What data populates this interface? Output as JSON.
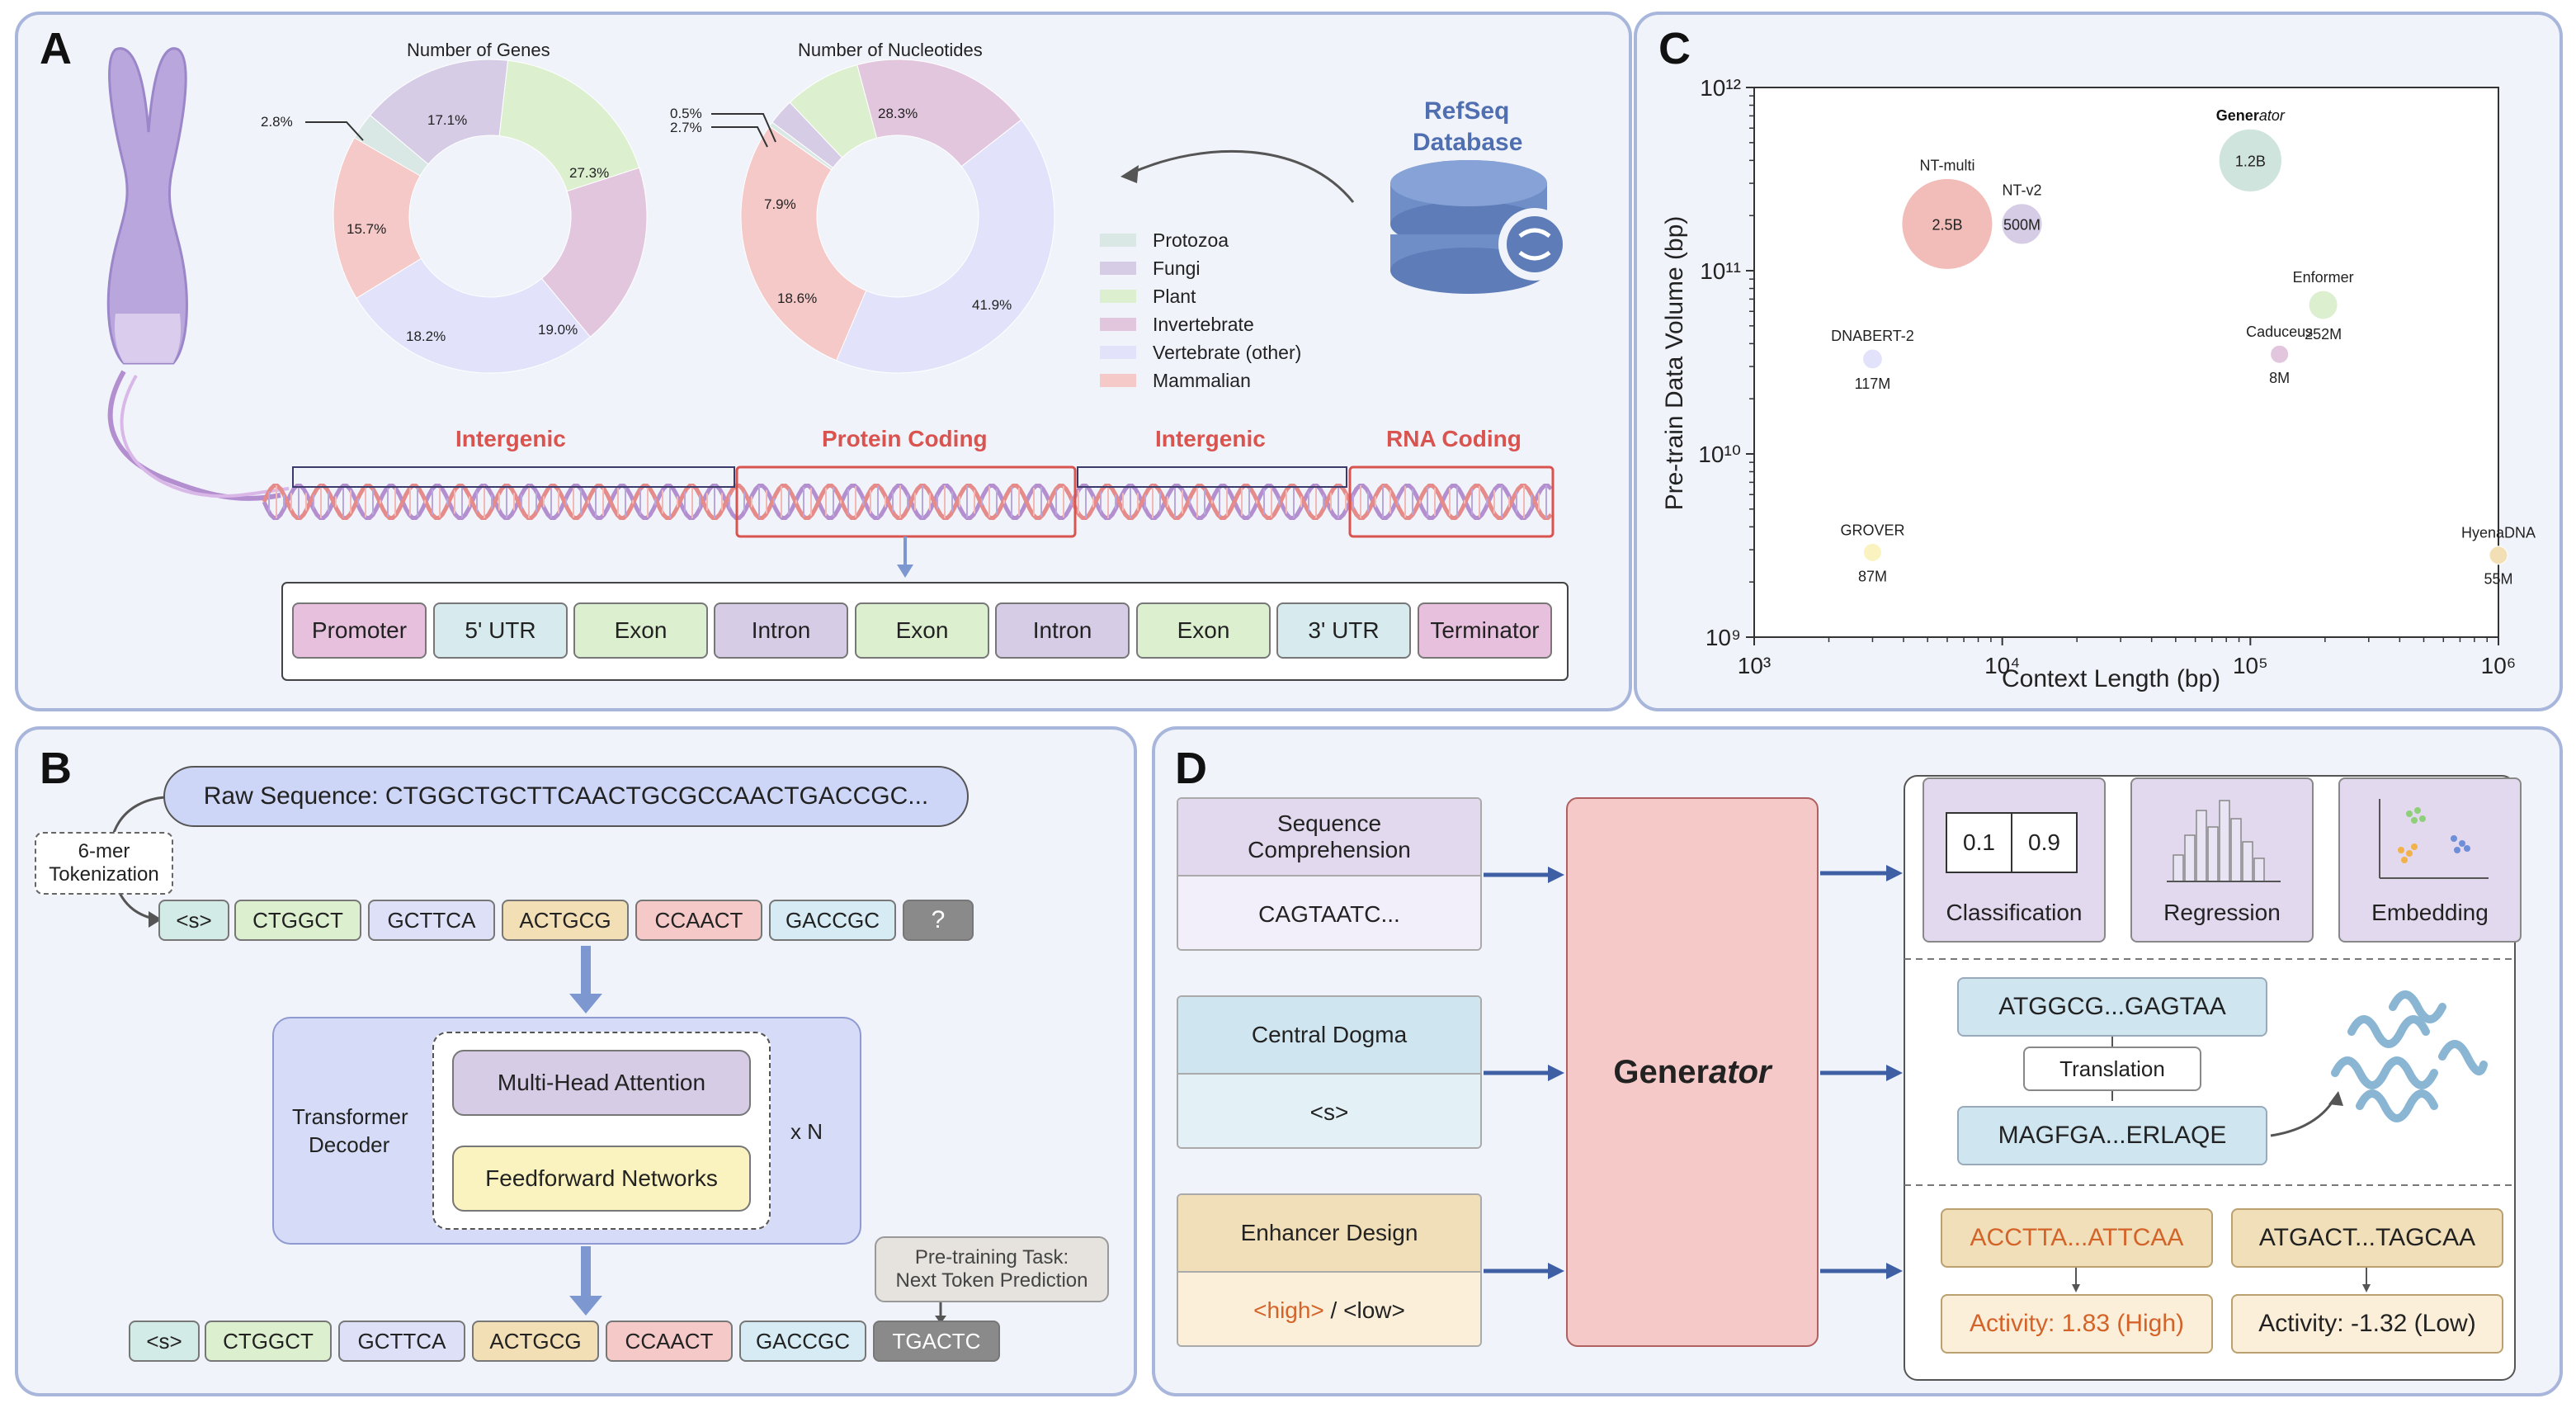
{
  "panels": {
    "a": "A",
    "b": "B",
    "c": "C",
    "d": "D"
  },
  "panel_a": {
    "genes_title": "Number of Genes",
    "nuc_title": "Number of Nucleotides",
    "genes_labels": [
      "2.8%",
      "15.7%",
      "18.2%",
      "19.0%",
      "27.3%",
      "17.1%"
    ],
    "nuc_labels": [
      "0.5%",
      "2.7%",
      "7.9%",
      "18.6%",
      "41.9%",
      "28.3%"
    ],
    "legend": [
      "Protozoa",
      "Fungi",
      "Plant",
      "Invertebrate",
      "Vertebrate (other)",
      "Mammalian"
    ],
    "database_line1": "RefSeq",
    "database_line2": "Database",
    "regions": [
      "Intergenic",
      "Protein Coding",
      "Intergenic",
      "RNA Coding"
    ],
    "elements": [
      "Promoter",
      "5' UTR",
      "Exon",
      "Intron",
      "Exon",
      "Intron",
      "Exon",
      "3' UTR",
      "Terminator"
    ]
  },
  "colors": {
    "protozoa": "#d9e8e4",
    "fungi": "#d6cce6",
    "plant": "#dcefcf",
    "invertebrate": "#e2c6de",
    "vertebrate": "#e2e3fa",
    "mammalian": "#f4c9c8",
    "panel_border": "#a9b6dc",
    "panel_bg": "#f1f3fb",
    "region_red": "#d9534f",
    "arrow_blue": "#7d98d0"
  },
  "chart_data": {
    "type": "scatter",
    "xlabel": "Context Length (bp)",
    "ylabel": "Pre-train Data Volume (bp)",
    "x_scale": "log",
    "y_scale": "log",
    "xlim": [
      1000,
      1000000
    ],
    "ylim": [
      1000000000,
      1000000000000
    ],
    "x_ticks": [
      "10³",
      "10⁴",
      "10⁵",
      "10⁶"
    ],
    "y_ticks": [
      "10⁹",
      "10¹⁰",
      "10¹¹",
      "10¹²"
    ],
    "points": [
      {
        "name": "Generator",
        "x": 100000,
        "y": 400000000000,
        "size_label": "1.2B",
        "params": 1200000000,
        "color": "#cfe4dc"
      },
      {
        "name": "NT-multi",
        "x": 6000,
        "y": 180000000000,
        "size_label": "2.5B",
        "params": 2500000000,
        "color": "#f2bcb8"
      },
      {
        "name": "NT-v2",
        "x": 12000,
        "y": 180000000000,
        "size_label": "500M",
        "params": 500000000,
        "color": "#d6cce6"
      },
      {
        "name": "Enformer",
        "x": 196608,
        "y": 65000000000,
        "size_label": "252M",
        "params": 252000000,
        "color": "#dcefcf"
      },
      {
        "name": "Caduceus",
        "x": 131072,
        "y": 35000000000,
        "size_label": "8M",
        "params": 8000000,
        "color": "#e2c6de"
      },
      {
        "name": "DNABERT-2",
        "x": 3000,
        "y": 33000000000,
        "size_label": "117M",
        "params": 117000000,
        "color": "#e2e3fa"
      },
      {
        "name": "GROVER",
        "x": 3000,
        "y": 2900000000,
        "size_label": "87M",
        "params": 87000000,
        "color": "#fbf3bf"
      },
      {
        "name": "HyenaDNA",
        "x": 1000000,
        "y": 2800000000,
        "size_label": "55M",
        "params": 55000000,
        "color": "#f3dfb6"
      }
    ]
  },
  "panel_b": {
    "raw_sequence": "Raw Sequence: CTGGCTGCTTCAACTGCGCCAACTGACCGC...",
    "tokenization_line1": "6-mer",
    "tokenization_line2": "Tokenization",
    "input_tokens": [
      "<s>",
      "CTGGCT",
      "GCTTCA",
      "ACTGCG",
      "CCAACT",
      "GACCGC",
      "?"
    ],
    "decoder_line1": "Transformer",
    "decoder_line2": "Decoder",
    "attention": "Multi-Head Attention",
    "ffn": "Feedforward Networks",
    "repeat": "x N",
    "task_line1": "Pre-training Task:",
    "task_line2": "Next Token Prediction",
    "output_tokens": [
      "<s>",
      "CTGGCT",
      "GCTTCA",
      "ACTGCG",
      "CCAACT",
      "GACCGC",
      "TGACTC"
    ]
  },
  "panel_d": {
    "inputs": [
      {
        "title_line1": "Sequence",
        "title_line2": "Comprehension",
        "content": "CAGTAATC..."
      },
      {
        "title_line1": "Central Dogma",
        "title_line2": "",
        "content": "<s>"
      },
      {
        "title_line1": "Enhancer Design",
        "title_line2": "",
        "content_high": "<high>",
        "content_sep": " / ",
        "content_low": "<low>"
      }
    ],
    "model_bold": "Gener",
    "model_italic": "ator",
    "tasks": [
      "Classification",
      "Regression",
      "Embedding"
    ],
    "class_values": [
      "0.1",
      "0.9"
    ],
    "dna_seq": "ATGGCG...GAGTAA",
    "translation": "Translation",
    "protein_seq": "MAGFGA...ERLAQE",
    "enhancer_high": "ACCTTA...ATTCAA",
    "enhancer_low": "ATGACT...TAGCAA",
    "activity_high": "Activity: 1.83 (High)",
    "activity_low": "Activity: -1.32 (Low)"
  }
}
